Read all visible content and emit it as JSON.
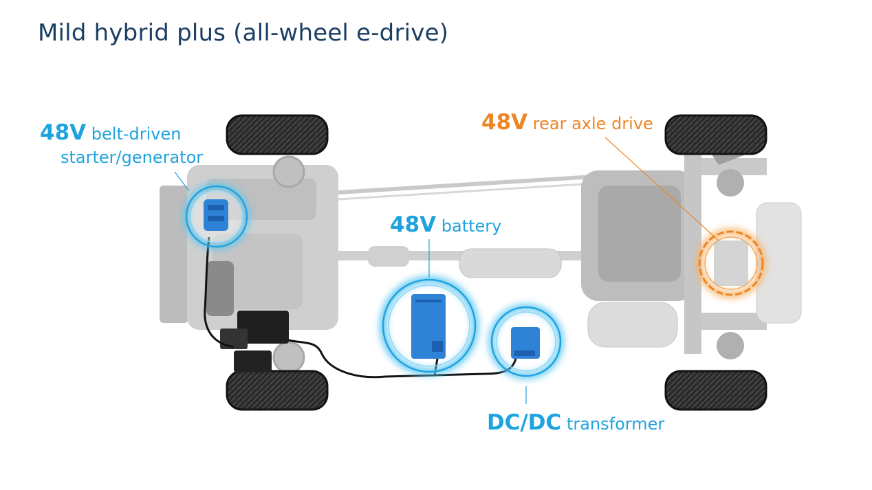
{
  "title": "Mild hybrid plus (all-wheel e-drive)",
  "labels": {
    "starter": {
      "voltage": "48V",
      "text1": "belt-driven",
      "text2": "starter/generator"
    },
    "battery": {
      "voltage": "48V",
      "text": "battery"
    },
    "dcdc": {
      "strong": "DC/DC",
      "text": "transformer"
    },
    "rear": {
      "voltage": "48V",
      "text": "rear axle drive"
    }
  },
  "colors": {
    "title": "#1b3f63",
    "accent_blue": "#1fa3df",
    "accent_orange": "#ee8524",
    "component_blue": "#2f83d6"
  }
}
